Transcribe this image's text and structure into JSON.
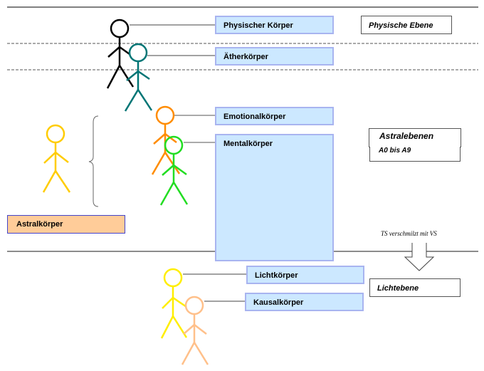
{
  "diagram": {
    "bodies": [
      {
        "id": "physical",
        "label": "Physischer Körper",
        "figure_color": "#000000"
      },
      {
        "id": "etheric",
        "label": "Ätherkörper",
        "figure_color": "#007575"
      },
      {
        "id": "emotional",
        "label": "Emotionalkörper",
        "figure_color": "#ff8c00"
      },
      {
        "id": "mental",
        "label": "Mentalkörper",
        "figure_color": "#22dd22"
      },
      {
        "id": "light",
        "label": "Lichtkörper",
        "figure_color": "#ffee00"
      },
      {
        "id": "causal",
        "label": "Kausalkörper",
        "figure_color": "#ffc08a"
      }
    ],
    "astral_body": {
      "label": "Astralkörper",
      "figure_color": "#ffcc00",
      "fill": "#ffcc99"
    },
    "planes": {
      "physical": "Physische Ebene",
      "astral_title": "Astralebenen",
      "astral_range": "A0 bis A9",
      "light": "Lichtebene"
    },
    "merge_note": "TS verschmilzt mit VS",
    "colors": {
      "box_fill": "#cce8ff",
      "box_border": "#a8b4f0",
      "separator": "#808080"
    }
  }
}
